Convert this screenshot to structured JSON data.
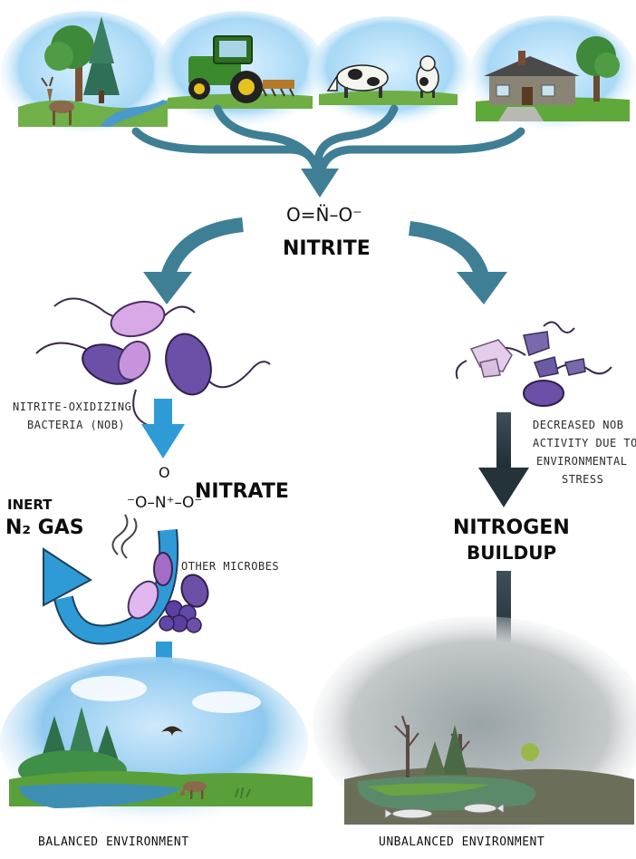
{
  "sources": {
    "items": [
      {
        "name": "forest-stream-deer-scene"
      },
      {
        "name": "tractor-farm-scene"
      },
      {
        "name": "cows-pasture-scene"
      },
      {
        "name": "suburban-house-scene"
      }
    ]
  },
  "nitrite": {
    "formula": "O=N̈–O⁻",
    "label": "NITRITE"
  },
  "left_path": {
    "bacteria_label_line1": "NITRITE-OXIDIZING",
    "bacteria_label_line2": "BACTERIA (NOB)",
    "nitrate_label": "NITRATE",
    "nitrate_formula_top": "O",
    "nitrate_formula_mid": "⁻O–N⁺–O⁻",
    "other_microbes_label": "OTHER MICROBES",
    "inert_label": "INERT",
    "gas_label": "N₂ GAS",
    "result_label": "BALANCED ENVIRONMENT"
  },
  "right_path": {
    "stress_line1": "DECREASED NOB",
    "stress_line2": "ACTIVITY DUE TO",
    "stress_line3": "ENVIRONMENTAL",
    "stress_line4": "STRESS",
    "buildup_line1": "NITROGEN",
    "buildup_line2": "BUILDUP",
    "result_label": "UNBALANCED ENVIRONMENT"
  },
  "colors": {
    "teal_arrow": "#3f7f95",
    "blue_arrow": "#2e9bd6",
    "dark_arrow": "#2c3e47",
    "bacteria_purple": "#6c4fa6",
    "bacteria_pink": "#d9a8e6",
    "grass": "#5aa03a",
    "water": "#3e8fb4",
    "murky_water": "#5b8a6a"
  }
}
